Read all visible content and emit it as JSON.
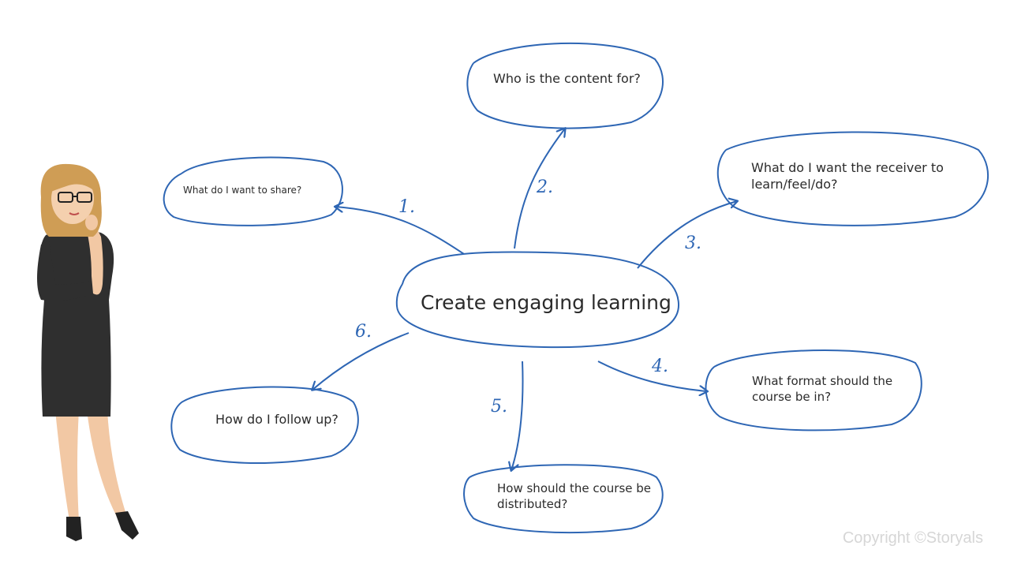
{
  "diagram": {
    "center": "Create engaging learning",
    "nodes": [
      {
        "number": "1.",
        "label": "What do I want to share?"
      },
      {
        "number": "2.",
        "label": "Who is the content for?"
      },
      {
        "number": "3.",
        "label": "What do I want the receiver to learn/feel/do?"
      },
      {
        "number": "4.",
        "label": "What format should the course be in?"
      },
      {
        "number": "5.",
        "label": "How should the course be distributed?"
      },
      {
        "number": "6.",
        "label": "How do I follow up?"
      }
    ]
  },
  "copyright": "Copyright ©Storyals",
  "colors": {
    "stroke": "#2e66b4",
    "text": "#2b2b2b",
    "copyright": "#d6d6d6",
    "dress": "#2f2f2f",
    "skin": "#f2c8a4",
    "hair": "#cf9d55"
  },
  "icons": {
    "figure": "thinking-woman-illustration"
  }
}
